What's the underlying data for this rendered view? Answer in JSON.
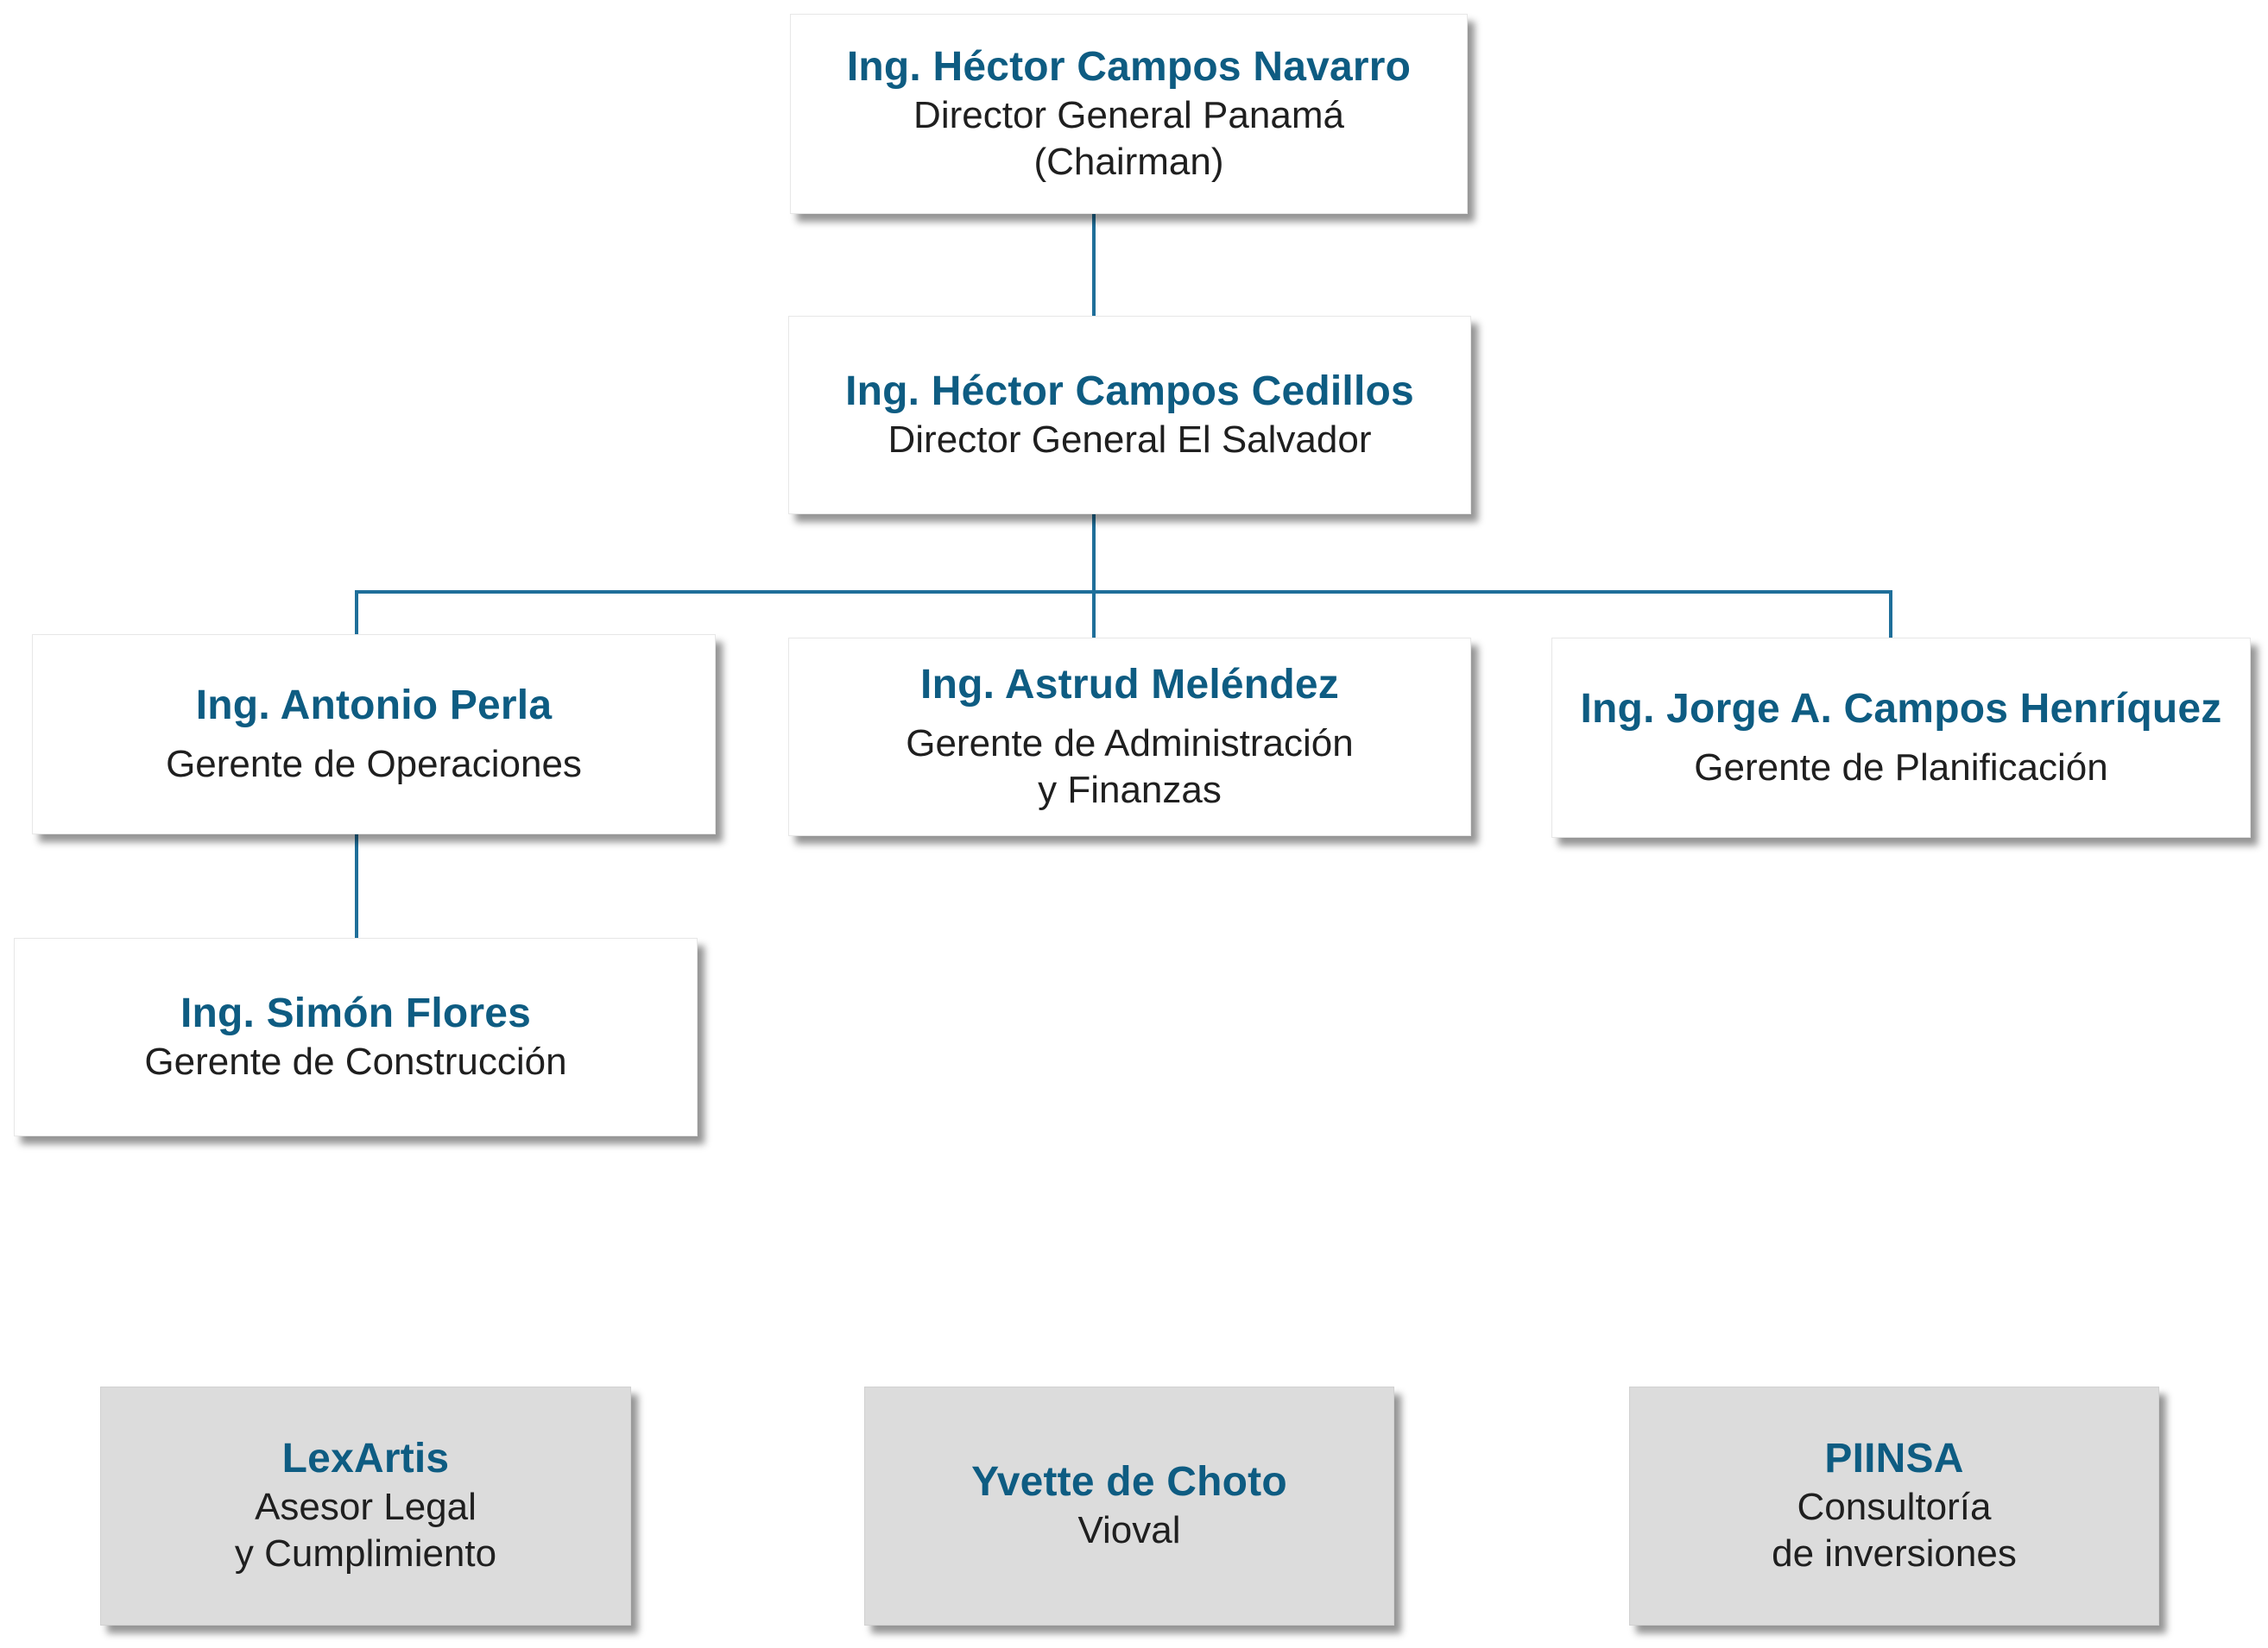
{
  "colors": {
    "accent": "#0e5c82",
    "connector": "#1f6f9a",
    "card": "#ffffff",
    "card_gray": "#dcdcdc",
    "text": "#1f1f1f"
  },
  "org": {
    "chairman": {
      "name": "Ing. Héctor Campos Navarro",
      "role_line1": "Director General Panamá",
      "role_line2": "(Chairman)"
    },
    "director_sv": {
      "name": "Ing. Héctor Campos Cedillos",
      "role_line1": "Director General El Salvador"
    },
    "operaciones": {
      "name": "Ing. Antonio Perla",
      "role_line1": "Gerente de Operaciones"
    },
    "administracion": {
      "name": "Ing. Astrud Meléndez",
      "role_line1": "Gerente de Administración",
      "role_line2": "y Finanzas"
    },
    "planificacion": {
      "name": "Ing. Jorge A. Campos Henríquez",
      "role_line1": "Gerente de Planificación"
    },
    "construccion": {
      "name": "Ing. Simón Flores",
      "role_line1": "Gerente de Construcción"
    }
  },
  "external": {
    "lexartis": {
      "name": "LexArtis",
      "role_line1": "Asesor Legal",
      "role_line2": "y Cumplimiento"
    },
    "choto": {
      "name": "Yvette de Choto",
      "role_line1": "Vioval"
    },
    "piinsa": {
      "name": "PIINSA",
      "role_line1": "Consultoría",
      "role_line2": "de inversiones"
    }
  }
}
